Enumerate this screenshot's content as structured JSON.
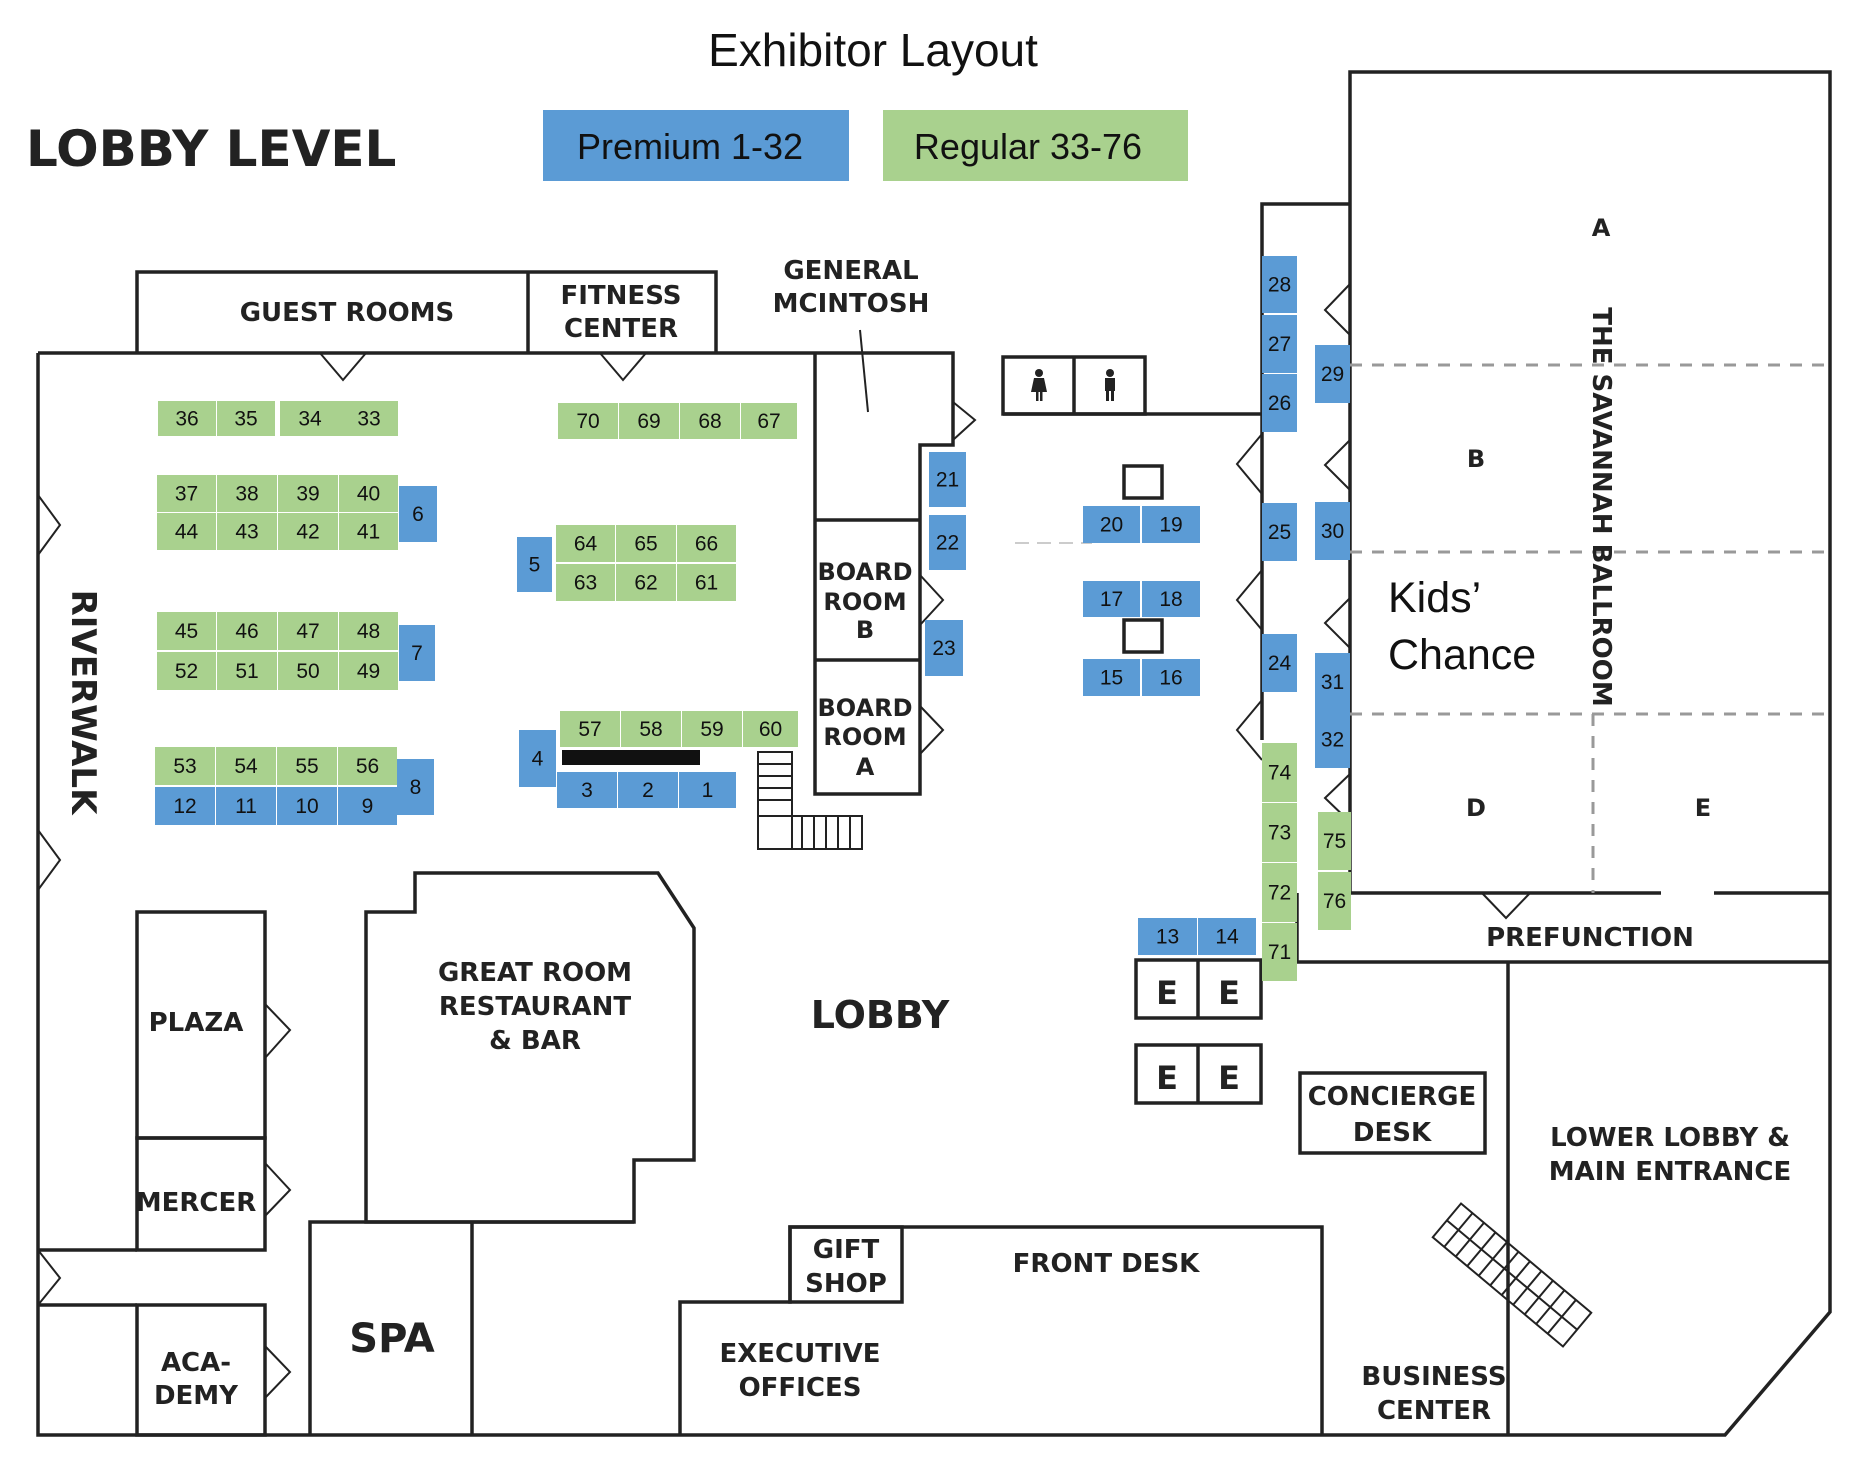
{
  "title": "Exhibitor Layout",
  "level_label": "LOBBY LEVEL",
  "legend": [
    {
      "label": "Premium 1-32",
      "color": "#5b9bd5"
    },
    {
      "label": "Regular 33-76",
      "color": "#a9d18e"
    }
  ],
  "colors": {
    "premium": "#5b9bd5",
    "regular": "#a9d18e",
    "wall": "#222222"
  },
  "rooms": {
    "guest_rooms": "GUEST ROOMS",
    "fitness_center": [
      "FITNESS",
      "CENTER"
    ],
    "general_mcintosh": [
      "GENERAL",
      "MCINTOSH"
    ],
    "board_room_b": [
      "BOARD",
      "ROOM",
      "B"
    ],
    "board_room_a": [
      "BOARD",
      "ROOM",
      "A"
    ],
    "riverwalk": "RIVERWALK",
    "plaza": "PLAZA",
    "mercer": "MERCER",
    "academy": [
      "ACA-",
      "DEMY"
    ],
    "spa": "SPA",
    "great_room": [
      "GREAT ROOM",
      "RESTAURANT",
      "& BAR"
    ],
    "lobby": "LOBBY",
    "gift_shop": [
      "GIFT",
      "SHOP"
    ],
    "front_desk": "FRONT DESK",
    "executive_offices": [
      "EXECUTIVE",
      "OFFICES"
    ],
    "concierge_desk": [
      "CONCIERGE",
      "DESK"
    ],
    "business_center": [
      "BUSINESS",
      "CENTER"
    ],
    "lower_lobby": [
      "LOWER LOBBY &",
      "MAIN ENTRANCE"
    ],
    "prefunction": "PREFUNCTION",
    "savannah_ballroom": "THE SAVANNAH BALLROOM",
    "ballroom_sections": [
      "A",
      "B",
      "D",
      "E"
    ],
    "kids_chance": [
      "Kids’",
      "Chance"
    ],
    "elevator": "E"
  },
  "booths": [
    {
      "n": "1",
      "t": "premium"
    },
    {
      "n": "2",
      "t": "premium"
    },
    {
      "n": "3",
      "t": "premium"
    },
    {
      "n": "4",
      "t": "premium"
    },
    {
      "n": "5",
      "t": "premium"
    },
    {
      "n": "6",
      "t": "premium"
    },
    {
      "n": "7",
      "t": "premium"
    },
    {
      "n": "8",
      "t": "premium"
    },
    {
      "n": "9",
      "t": "premium"
    },
    {
      "n": "10",
      "t": "premium"
    },
    {
      "n": "11",
      "t": "premium"
    },
    {
      "n": "12",
      "t": "premium"
    },
    {
      "n": "13",
      "t": "premium"
    },
    {
      "n": "14",
      "t": "premium"
    },
    {
      "n": "15",
      "t": "premium"
    },
    {
      "n": "16",
      "t": "premium"
    },
    {
      "n": "17",
      "t": "premium"
    },
    {
      "n": "18",
      "t": "premium"
    },
    {
      "n": "19",
      "t": "premium"
    },
    {
      "n": "20",
      "t": "premium"
    },
    {
      "n": "21",
      "t": "premium"
    },
    {
      "n": "22",
      "t": "premium"
    },
    {
      "n": "23",
      "t": "premium"
    },
    {
      "n": "24",
      "t": "premium"
    },
    {
      "n": "25",
      "t": "premium"
    },
    {
      "n": "26",
      "t": "premium"
    },
    {
      "n": "27",
      "t": "premium"
    },
    {
      "n": "28",
      "t": "premium"
    },
    {
      "n": "29",
      "t": "premium"
    },
    {
      "n": "30",
      "t": "premium"
    },
    {
      "n": "31",
      "t": "premium"
    },
    {
      "n": "32",
      "t": "premium"
    },
    {
      "n": "33",
      "t": "regular"
    },
    {
      "n": "34",
      "t": "regular"
    },
    {
      "n": "35",
      "t": "regular"
    },
    {
      "n": "36",
      "t": "regular"
    },
    {
      "n": "37",
      "t": "regular"
    },
    {
      "n": "38",
      "t": "regular"
    },
    {
      "n": "39",
      "t": "regular"
    },
    {
      "n": "40",
      "t": "regular"
    },
    {
      "n": "41",
      "t": "regular"
    },
    {
      "n": "42",
      "t": "regular"
    },
    {
      "n": "43",
      "t": "regular"
    },
    {
      "n": "44",
      "t": "regular"
    },
    {
      "n": "45",
      "t": "regular"
    },
    {
      "n": "46",
      "t": "regular"
    },
    {
      "n": "47",
      "t": "regular"
    },
    {
      "n": "48",
      "t": "regular"
    },
    {
      "n": "49",
      "t": "regular"
    },
    {
      "n": "50",
      "t": "regular"
    },
    {
      "n": "51",
      "t": "regular"
    },
    {
      "n": "52",
      "t": "regular"
    },
    {
      "n": "53",
      "t": "regular"
    },
    {
      "n": "54",
      "t": "regular"
    },
    {
      "n": "55",
      "t": "regular"
    },
    {
      "n": "56",
      "t": "regular"
    },
    {
      "n": "57",
      "t": "regular"
    },
    {
      "n": "58",
      "t": "regular"
    },
    {
      "n": "59",
      "t": "regular"
    },
    {
      "n": "60",
      "t": "regular"
    },
    {
      "n": "61",
      "t": "regular"
    },
    {
      "n": "62",
      "t": "regular"
    },
    {
      "n": "63",
      "t": "regular"
    },
    {
      "n": "64",
      "t": "regular"
    },
    {
      "n": "65",
      "t": "regular"
    },
    {
      "n": "66",
      "t": "regular"
    },
    {
      "n": "67",
      "t": "regular"
    },
    {
      "n": "68",
      "t": "regular"
    },
    {
      "n": "69",
      "t": "regular"
    },
    {
      "n": "70",
      "t": "regular"
    },
    {
      "n": "71",
      "t": "regular"
    },
    {
      "n": "72",
      "t": "regular"
    },
    {
      "n": "73",
      "t": "regular"
    },
    {
      "n": "74",
      "t": "regular"
    },
    {
      "n": "75",
      "t": "regular"
    },
    {
      "n": "76",
      "t": "regular"
    }
  ]
}
